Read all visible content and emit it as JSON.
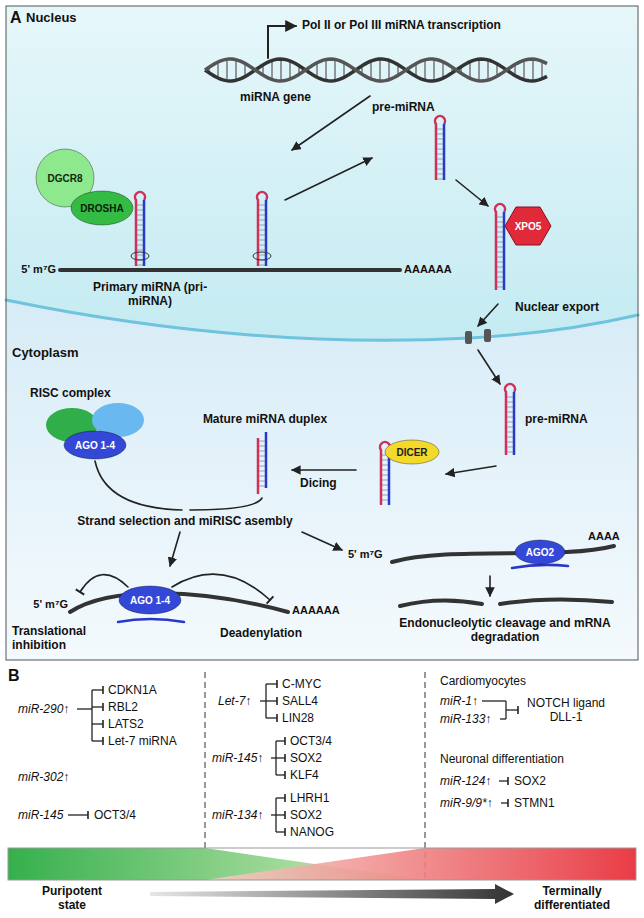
{
  "diagram": {
    "nodes": [
      {
        "text": [
          "DGCR8"
        ]
      },
      {
        "text": [
          "DROSHA"
        ]
      },
      {
        "text": [
          "XPO5"
        ]
      },
      {
        "text": [
          "AGO 1-4"
        ]
      },
      {
        "text": [
          "DICER"
        ]
      },
      {
        "text": [
          "AGO2"
        ]
      },
      {
        "text": [
          "AGO 1-4"
        ]
      }
    ],
    "labels": [
      "A",
      "Nucleus",
      "Pol II or Pol III miRNA transcription",
      "miRNA gene",
      "pre-miRNA",
      "5' m⁷G",
      "AAAAAA",
      "Primary miRNA (pri-miRNA)",
      "Nuclear export",
      "Cytoplasm",
      "RISC complex",
      "Mature miRNA duplex",
      "pre-miRNA",
      "Dicing",
      "Strand selection and miRISC asembly",
      "5' m⁷G",
      "AAAA",
      "5' m⁷G",
      "AAAAAA",
      "Translational inhibition",
      "Deadenylation",
      "Endonucleolytic cleavage and mRNA degradation",
      "B",
      "miR-290↑",
      "CDKN1A",
      "RBL2",
      "LATS2",
      "Let-7 miRNA",
      "miR-302↑",
      "miR-145",
      "OCT3/4",
      "Let-7↑",
      "C-MYC",
      "SALL4",
      "LIN28",
      "miR-145↑",
      "OCT3/4",
      "SOX2",
      "KLF4",
      "miR-134↑",
      "LHRH1",
      "SOX2",
      "NANOG",
      "Cardiomyocytes",
      "miR-1↑",
      "miR-133↑",
      "NOTCH ligand DLL-1",
      "Neuronal differentiation",
      "miR-124↑",
      "SOX2",
      "miR-9/9*↑",
      "STMN1",
      "Puripotent state",
      "Terminally differentiated"
    ]
  }
}
